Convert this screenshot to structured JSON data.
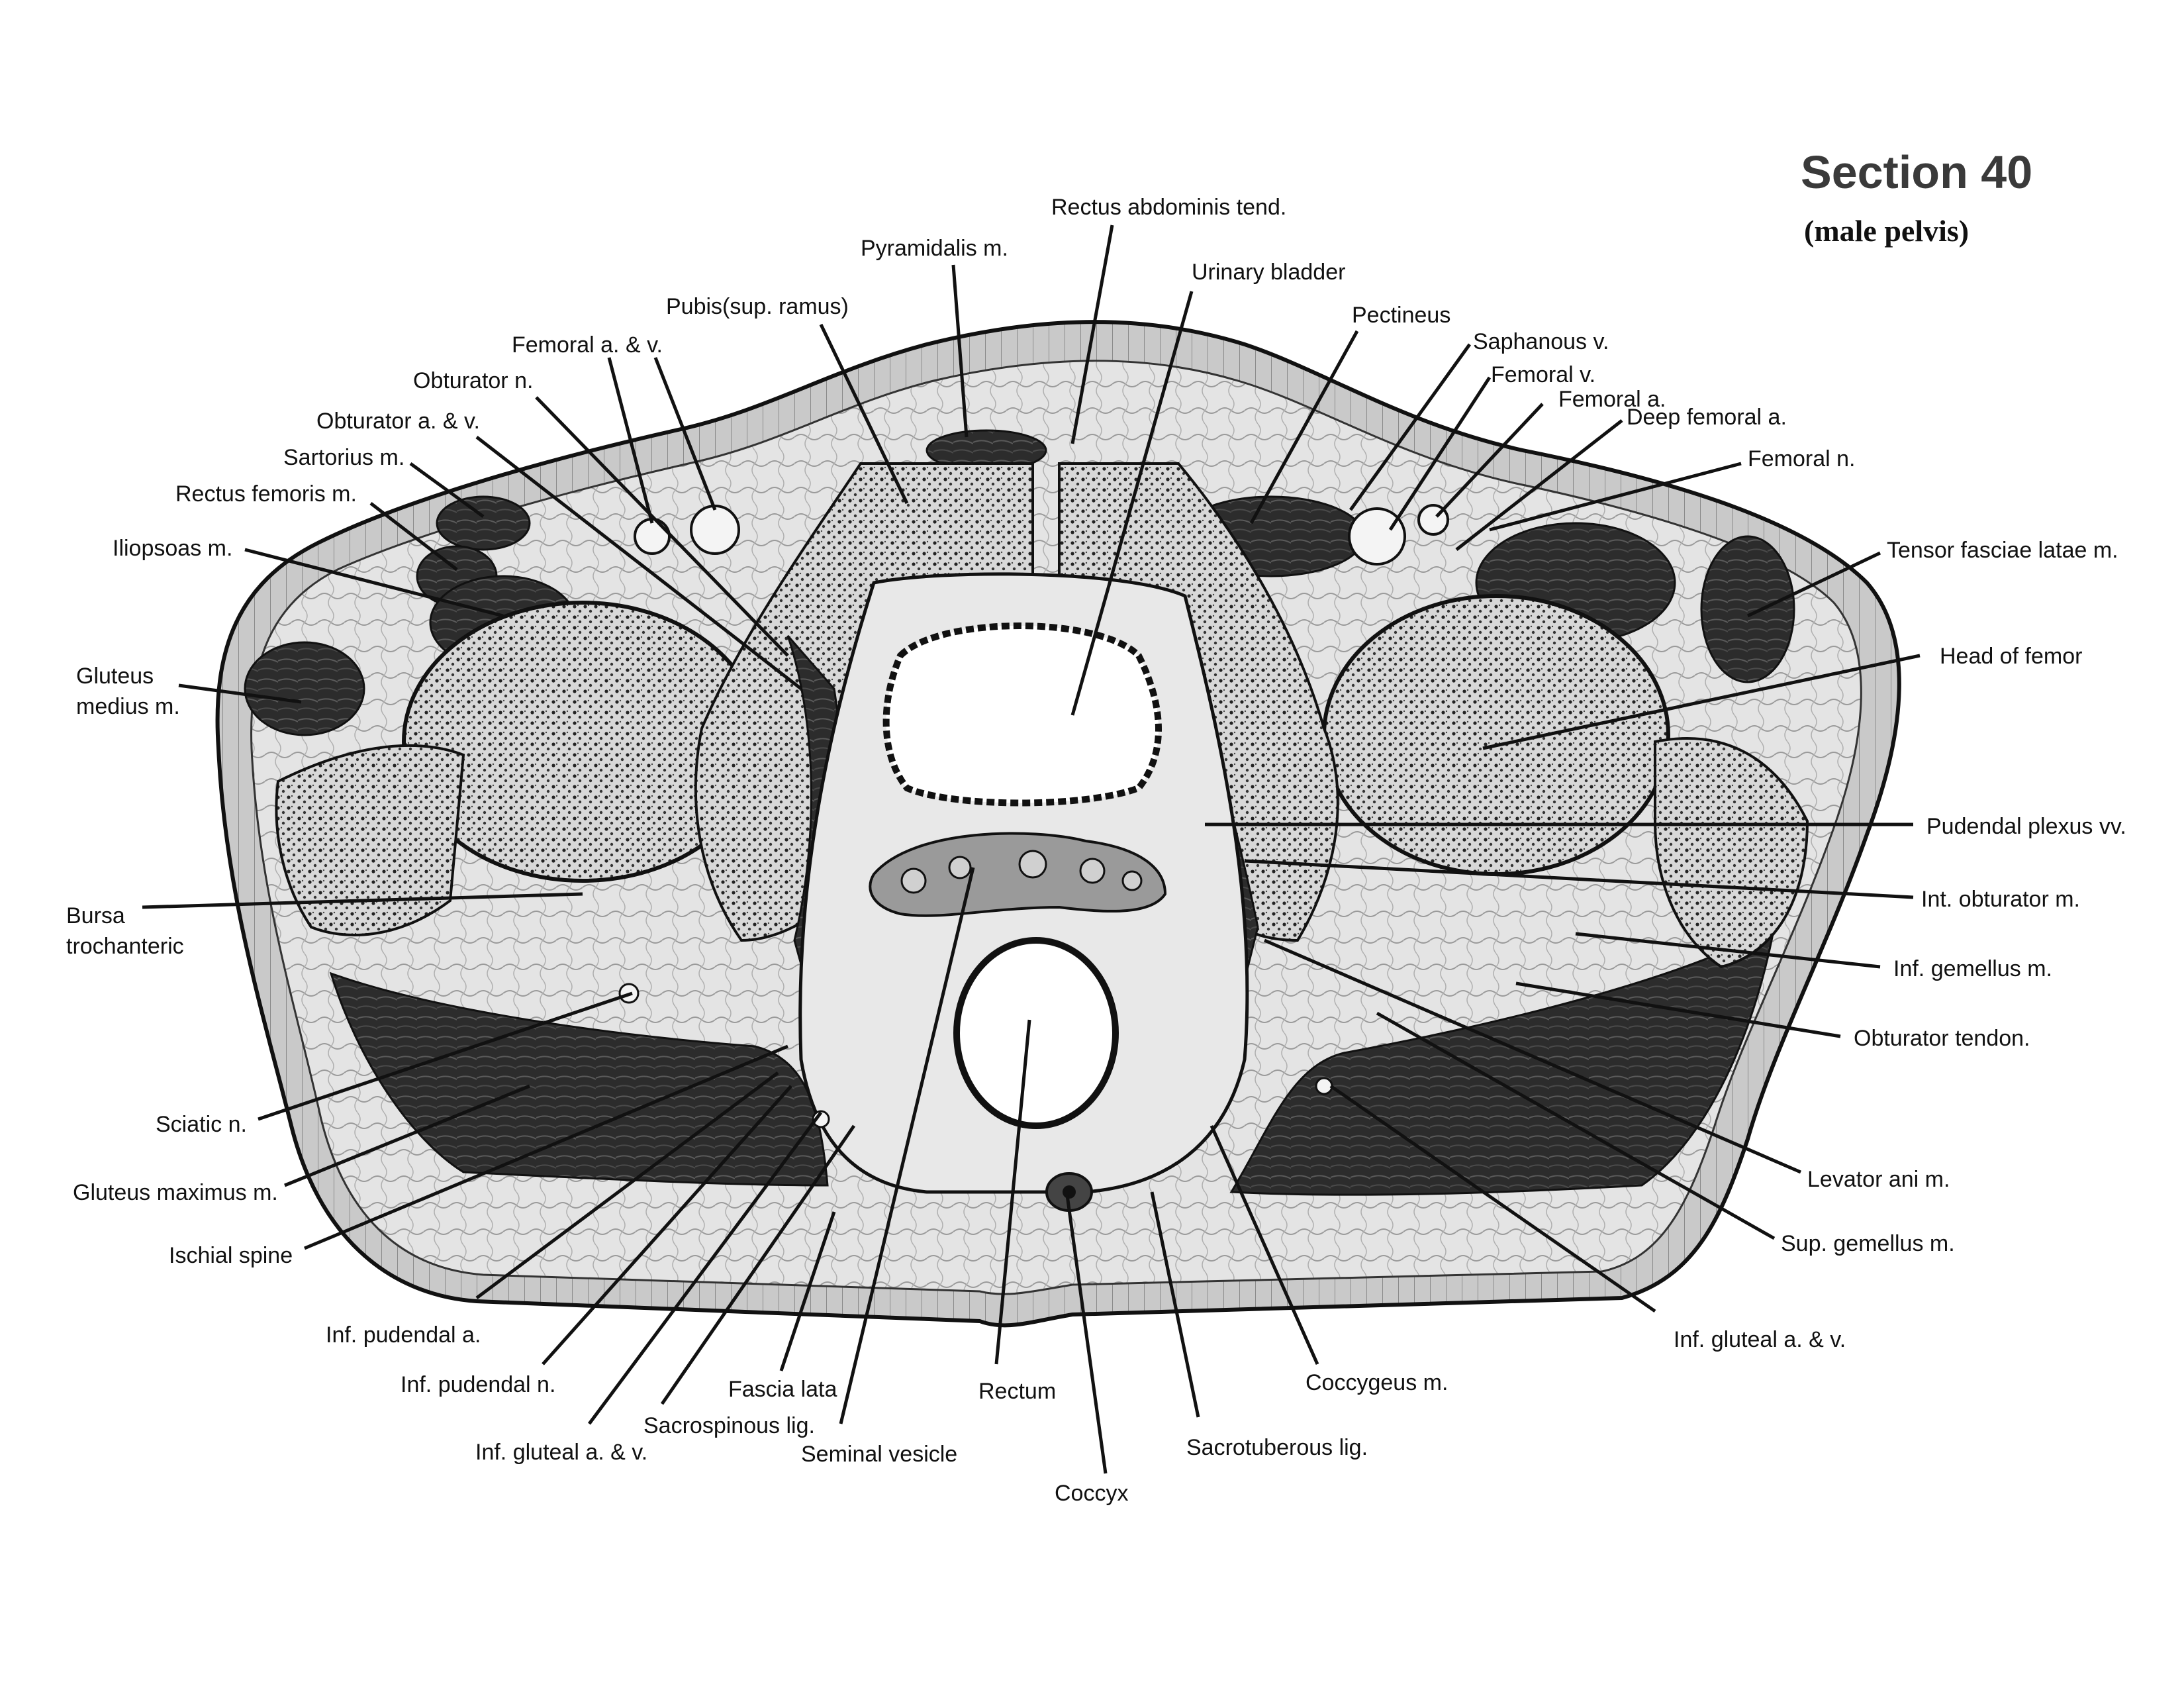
{
  "title": "Section 40",
  "subtitle": "(male pelvis)",
  "labels": {
    "rectus_abdominis_tend": "Rectus abdominis tend.",
    "pyramidalis": "Pyramidalis m.",
    "urinary_bladder": "Urinary bladder",
    "pubis_sup_ramus": "Pubis(sup. ramus)",
    "pectineus": "Pectineus",
    "saphanous_v": "Saphanous v.",
    "femoral_v": "Femoral v.",
    "femoral_a": "Femoral a.",
    "deep_femoral_a": "Deep femoral a.",
    "femoral_n": "Femoral n.",
    "femoral_a_v": "Femoral a. & v.",
    "obturator_n": "Obturator n.",
    "obturator_a_v": "Obturator a. & v.",
    "sartorius": "Sartorius m.",
    "rectus_femoris": "Rectus femoris m.",
    "iliopsoas": "Iliopsoas m.",
    "gluteus_medius": "Gluteus\nmedius m.",
    "tensor_fasciae_latae": "Tensor fasciae latae m.",
    "head_of_femor": "Head of femor",
    "pudendal_plexus": "Pudendal plexus vv.",
    "int_obturator": "Int. obturator m.",
    "inf_gemellus": "Inf. gemellus m.",
    "obturator_tendon": "Obturator tendon.",
    "bursa_trochanteric": "Bursa\ntrochanteric",
    "levator_ani": "Levator ani m.",
    "sup_gemellus": "Sup. gemellus m.",
    "inf_gluteal_a_v_right": "Inf. gluteal a. & v.",
    "sciatic_n": "Sciatic n.",
    "gluteus_maximus": "Gluteus maximus m.",
    "ischial_spine": "Ischial spine",
    "inf_pudendal_a": "Inf. pudendal a.",
    "inf_pudendal_n": "Inf. pudendal n.",
    "inf_gluteal_a_v_left": "Inf. gluteal a. & v.",
    "fascia_lata": "Fascia lata",
    "sacrospinous_lig": "Sacrospinous lig.",
    "seminal_vesicle": "Seminal vesicle",
    "rectum": "Rectum",
    "coccyx": "Coccyx",
    "sacrotuberous_lig": "Sacrotuberous lig.",
    "coccygeus": "Coccygeus m."
  }
}
